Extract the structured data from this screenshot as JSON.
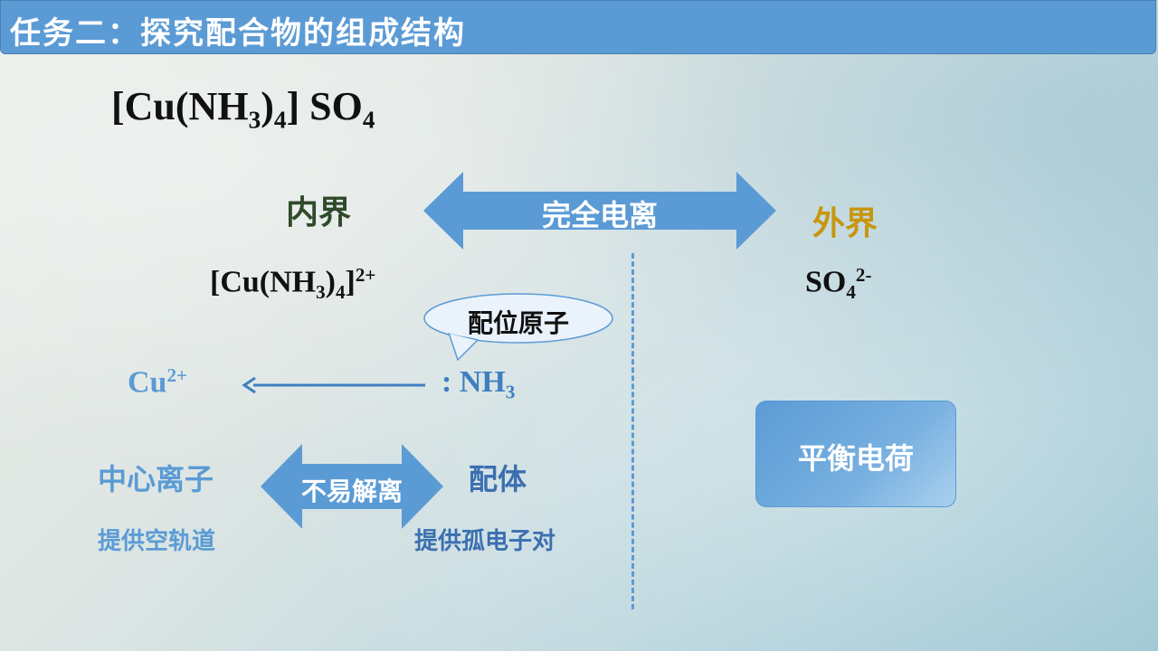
{
  "header": {
    "title": "任务二：探究配合物的组成结构"
  },
  "colors": {
    "header": "#5b9bd5",
    "accent_blue": "#5b9bd5",
    "outer_gold": "#c8960c",
    "inner_dark": "#2f4a2a"
  },
  "formulas": {
    "main": {
      "bracket_open": "[Cu(NH",
      "sub1": "3",
      "close1": ")",
      "sub2": "4",
      "close2": "] SO",
      "sub3": "4"
    },
    "inner_ion": {
      "bracket_open": "[Cu(NH",
      "sub1": "3",
      "close1": ")",
      "sub2": "4",
      "close2": "]",
      "charge": "2+"
    },
    "outer_ion": {
      "base": "SO",
      "sub": "4",
      "charge": "2-"
    },
    "cu_ion": {
      "base": "Cu",
      "charge": "2+"
    },
    "ligand": {
      "base": ": NH",
      "sub": "3"
    }
  },
  "labels": {
    "inner_sphere": "内界",
    "outer_sphere": "外界",
    "complete_ionization": "完全电离",
    "coordination_atom": "配位原子",
    "central_ion": "中心离子",
    "hard_to_dissociate": "不易解离",
    "ligand": "配体",
    "provides_empty_orbital": "提供空轨道",
    "provides_lone_pair": "提供孤电子对",
    "balance_charge": "平衡电荷"
  },
  "icons": {
    "double_arrow": "double-arrow-icon",
    "callout": "callout-bubble-icon",
    "arrow_left": "arrow-left-icon"
  }
}
